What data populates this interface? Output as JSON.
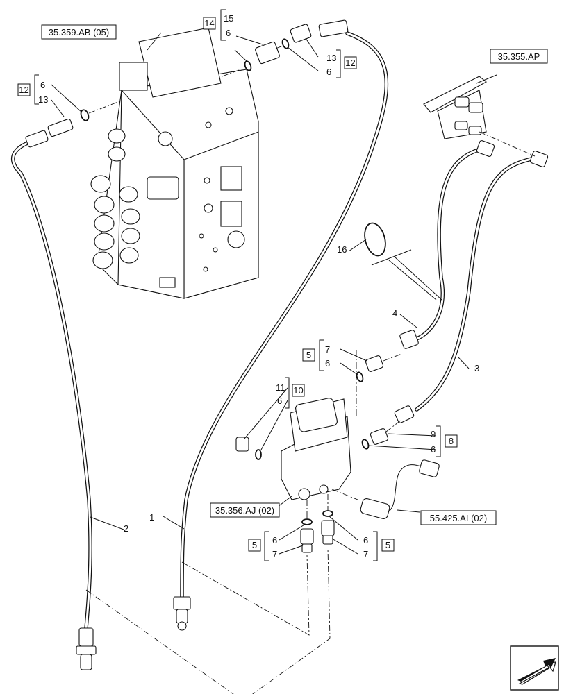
{
  "references": {
    "valve_block": "35.359.AB (05)",
    "right_manifold": "35.355.AP",
    "pilot_valve": "35.356.AJ (02)",
    "sensor": "55.425.AI (02)"
  },
  "kits": {
    "k14": "14",
    "k12_left": "12",
    "k12_right": "12",
    "k10": "10",
    "k5_mid": "5",
    "k8": "8",
    "k5_bl": "5",
    "k5_br": "5"
  },
  "callouts": {
    "c15": "15",
    "c6_top": "6",
    "c13_top": "13",
    "c6_top2": "6",
    "c6_left": "6",
    "c13_left": "13",
    "c16": "16",
    "c4": "4",
    "c3": "3",
    "c7_mid": "7",
    "c6_mid": "6",
    "c11": "11",
    "c6_10": "6",
    "c9": "9",
    "c6_8": "6",
    "c1": "1",
    "c2": "2",
    "c6_bl": "6",
    "c7_bl": "7",
    "c6_br": "6",
    "c7_br": "7"
  },
  "icons": {
    "corner": "arrow-navigation-icon"
  }
}
